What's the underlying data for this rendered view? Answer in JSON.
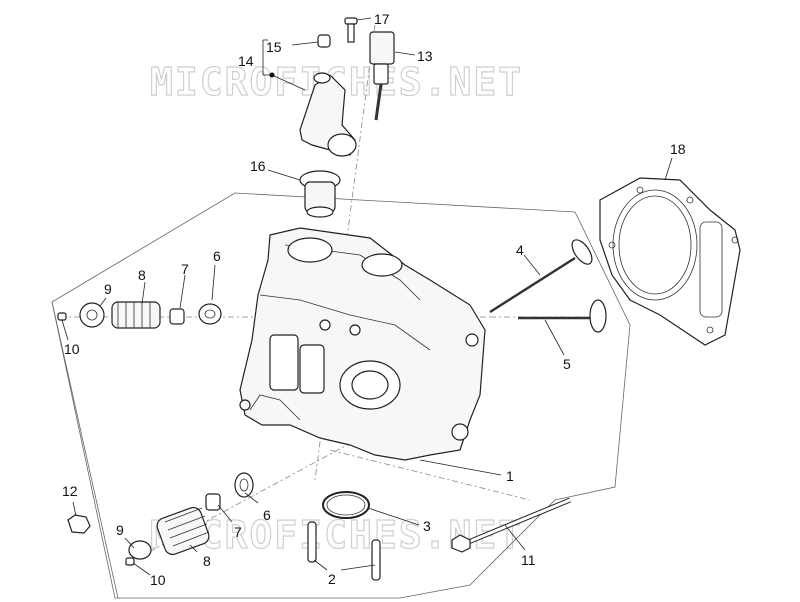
{
  "watermark": {
    "text_top": "MICROFICHES.NET",
    "text_bottom": "MICROFICHES.NET"
  },
  "callouts": {
    "c1": "1",
    "c2": "2",
    "c3": "3",
    "c4": "4",
    "c5": "5",
    "c6a": "6",
    "c6b": "6",
    "c7a": "7",
    "c7b": "7",
    "c8a": "8",
    "c8b": "8",
    "c9a": "9",
    "c9b": "9",
    "c10a": "10",
    "c10b": "10",
    "c11": "11",
    "c12": "12",
    "c13": "13",
    "c14": "14",
    "c15": "15",
    "c16": "16",
    "c17": "17",
    "c18": "18"
  }
}
